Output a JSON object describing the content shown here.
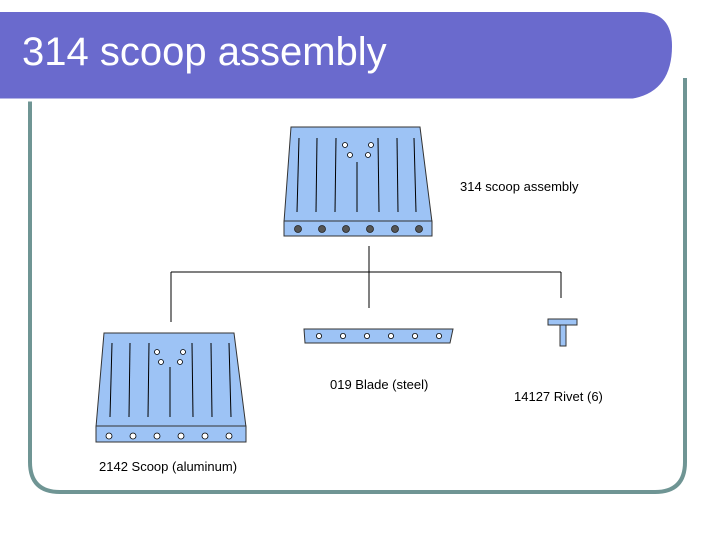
{
  "slide": {
    "title": "314 scoop assembly"
  },
  "diagram": {
    "assembly_label": "314 scoop assembly",
    "parts": [
      {
        "label": "2142 Scoop (aluminum)"
      },
      {
        "label": "019 Blade (steel)"
      },
      {
        "label": "14127 Rivet (6)"
      }
    ]
  },
  "colors": {
    "title_bar": "#6A6ACD",
    "frame_border": "#6F9594",
    "part_fill": "#9DC3F5",
    "line": "#000000"
  }
}
